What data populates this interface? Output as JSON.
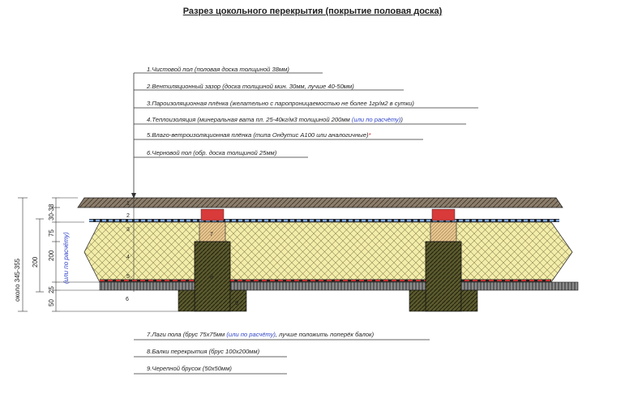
{
  "title": "Разрез цокольного перекрытия (покрытие половая доска)",
  "callouts_top": [
    {
      "text": "1.Чистовой пол (половая доска толщиной 38мм)"
    },
    {
      "text": "2.Вентиляционный зазор (доска толщиной мин. 30мм, лучше 40-50мм)"
    },
    {
      "text": "3.Пароизоляционная плёнка (желательно с паропроницаемостью не более 1гр/м2 в сутки)"
    },
    {
      "text": "4.Теплоизоляция (минеральная вата пл. 25-40кг/м3 толщиной 200мм ",
      "note": "(или по расчёту)",
      "after": ")"
    },
    {
      "text": "5.Влаго-ветроизоляционная плёнка (типа Ондутис А100 или аналогичные)",
      "mark": "*"
    },
    {
      "text": "6.Черновой пол (обр. доска толщиной 25мм)"
    }
  ],
  "callouts_bottom": [
    {
      "text": "7.Лаги пола (брус 75x75мм ",
      "note": "(или по расчёту)",
      "after": ", лучше положить поперёк балок)"
    },
    {
      "text": "8.Балки перекрытия (брус 100x200мм)"
    },
    {
      "text": "9.Черепной брусок (50x50мм)"
    }
  ],
  "dimensions": {
    "total": "около 345-355",
    "total_note": "(или по расчёту)",
    "d1": "30-38",
    "d2": "75",
    "d3": "200",
    "d4": "200",
    "d5": "50",
    "d6": "25"
  },
  "layer_numbers": [
    "1",
    "2",
    "3",
    "4",
    "5",
    "6"
  ],
  "part_numbers": {
    "lag": "7",
    "beam": "8",
    "cranial": "9"
  },
  "colors": {
    "note": "#2f44c8",
    "mark": "#d22222",
    "insulation": "#f2eca0",
    "wood": "#c9a878"
  }
}
